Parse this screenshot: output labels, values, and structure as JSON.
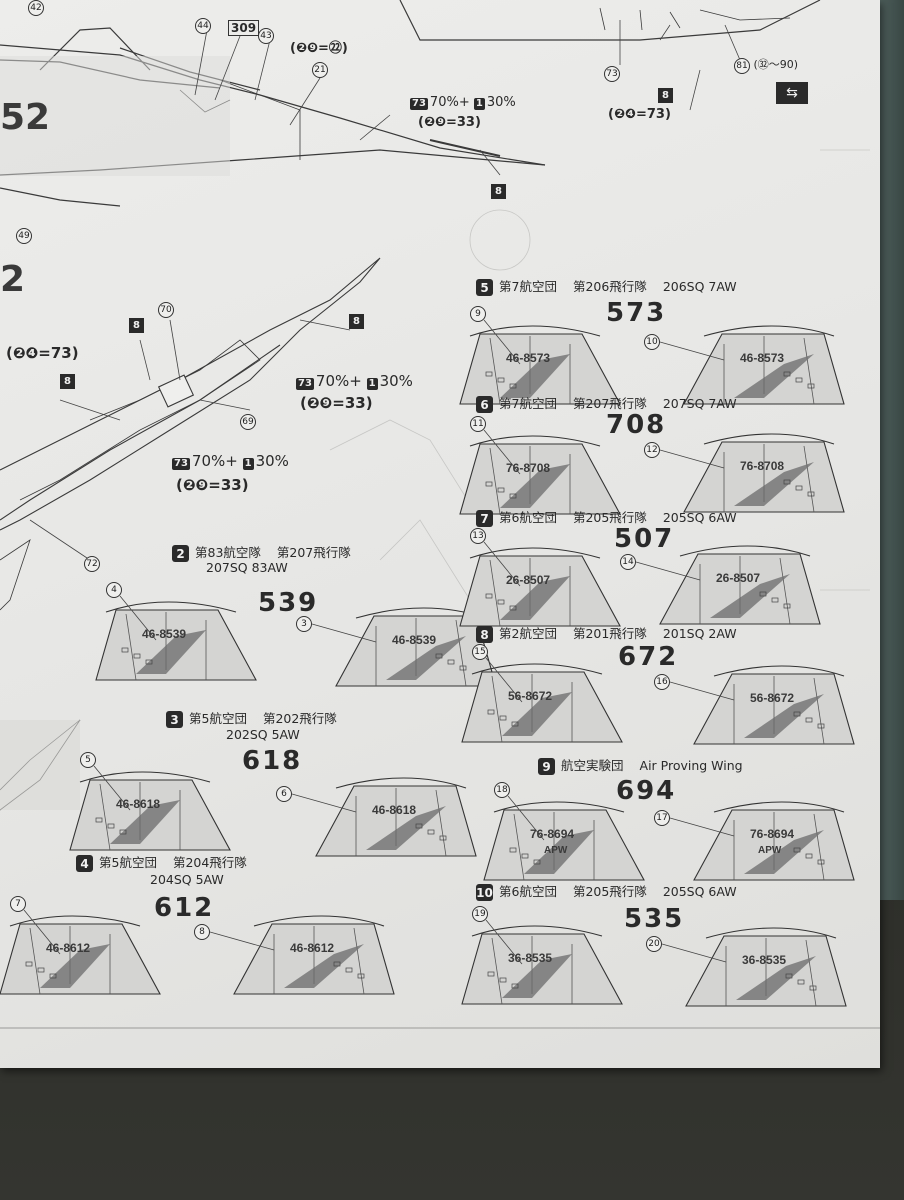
{
  "top_callouts": {
    "c42": "42",
    "c44": "44",
    "c309": "309",
    "c43": "43",
    "c21": "21",
    "c49": "49",
    "c73": "73",
    "c81": "81",
    "c82_90": "(㉜～90)"
  },
  "top_formula_1": "(❷❾=㉒)",
  "top_mix": {
    "code_a": "73",
    "pct_a": "70%+",
    "code_b": "1",
    "pct_b": "30%"
  },
  "top_formula_2": "(❷❾=33)",
  "top_right_formula": "(❷❹=73)",
  "top_right_box": "8",
  "top_fin_box": "8",
  "top_nose_number": "52",
  "mid_left_digit": "2",
  "wing": {
    "box_a": "8",
    "box_b": "8",
    "box_c": "8",
    "c70": "70",
    "c69": "69",
    "c72": "72",
    "formula_left": "(❷❹=73)",
    "mix1": {
      "code_a": "73",
      "pct_a": "70%+",
      "code_b": "1",
      "pct_b": "30%"
    },
    "mix1_formula": "(❷❾=33)",
    "mix2": {
      "code_a": "73",
      "pct_a": "70%+",
      "code_b": "1",
      "pct_b": "30%"
    },
    "mix2_formula": "(❷❾=33)"
  },
  "squadrons": [
    {
      "badge": "2",
      "wing_jp": "第83航空隊",
      "sq_jp": "第207飛行隊",
      "sq_en": "207SQ 83AW",
      "number": "539",
      "left_callout": "4",
      "right_callout": "3",
      "serial": "46-8539"
    },
    {
      "badge": "3",
      "wing_jp": "第5航空団",
      "sq_jp": "第202飛行隊",
      "sq_en": "202SQ 5AW",
      "number": "618",
      "left_callout": "5",
      "right_callout": "6",
      "serial": "46-8618"
    },
    {
      "badge": "4",
      "wing_jp": "第5航空団",
      "sq_jp": "第204飛行隊",
      "sq_en": "204SQ 5AW",
      "number": "612",
      "left_callout": "7",
      "right_callout": "8",
      "serial": "46-8612"
    },
    {
      "badge": "5",
      "wing_jp": "第7航空団",
      "sq_jp": "第206飛行隊",
      "sq_en": "206SQ 7AW",
      "number": "573",
      "left_callout": "9",
      "right_callout": "10",
      "serial": "46-8573"
    },
    {
      "badge": "6",
      "wing_jp": "第7航空団",
      "sq_jp": "第207飛行隊",
      "sq_en": "207SQ 7AW",
      "number": "708",
      "left_callout": "11",
      "right_callout": "12",
      "serial": "76-8708"
    },
    {
      "badge": "7",
      "wing_jp": "第6航空団",
      "sq_jp": "第205飛行隊",
      "sq_en": "205SQ 6AW",
      "number": "507",
      "left_callout": "13",
      "right_callout": "14",
      "serial": "26-8507"
    },
    {
      "badge": "8",
      "wing_jp": "第2航空団",
      "sq_jp": "第201飛行隊",
      "sq_en": "201SQ 2AW",
      "number": "672",
      "left_callout": "15",
      "right_callout": "16",
      "serial": "56-8672"
    },
    {
      "badge": "9",
      "wing_jp": "航空実験団",
      "sq_jp": "",
      "sq_en": "Air Proving Wing",
      "number": "694",
      "left_callout": "18",
      "right_callout": "17",
      "serial": "76-8694",
      "tail_text": "APW"
    },
    {
      "badge": "10",
      "wing_jp": "第6航空団",
      "sq_jp": "第205飛行隊",
      "sq_en": "205SQ 6AW",
      "number": "535",
      "left_callout": "19",
      "right_callout": "20",
      "serial": "36-8535"
    }
  ],
  "colors": {
    "paper": "#e8e8e6",
    "ink": "#2a2a2a",
    "fin_fill": "#d2d2d0",
    "fin_dark": "#5e5e5e"
  }
}
